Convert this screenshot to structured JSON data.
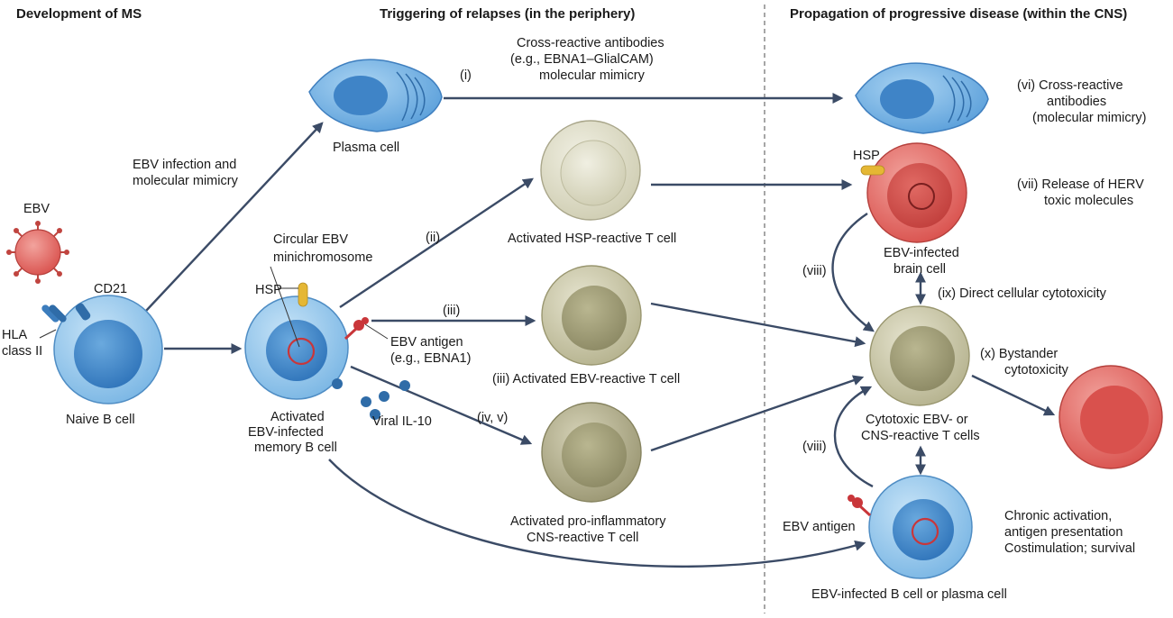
{
  "headers": {
    "development": "Development of MS",
    "triggering": "Triggering of relapses (in the periphery)",
    "propagation": "Propagation of progressive disease (within the CNS)"
  },
  "labels": {
    "ebv": "EBV",
    "cd21": "CD21",
    "hla_line1": "HLA",
    "hla_line2": "class II",
    "naive_b_cell": "Naive B cell",
    "ebv_infection_line1": "EBV infection and",
    "ebv_infection_line2": "molecular mimicry",
    "plasma_cell": "Plasma cell",
    "cross_line1": "Cross-reactive antibodies",
    "cross_line2": "(e.g., EBNA1–GlialCAM)",
    "cross_line3": "molecular mimicry",
    "step_i": "(i)",
    "step_ii": "(ii)",
    "step_iii": "(iii)",
    "step_iv_v": "(iv, v)",
    "circular_line1": "Circular EBV",
    "circular_line2": "minichromosome",
    "hsp_left": "HSP",
    "ebv_antigen_line1": "EBV antigen",
    "ebv_antigen_line2": "(e.g., EBNA1)",
    "activated_line1": "Activated",
    "activated_line2": "EBV-infected",
    "activated_line3": "memory B cell",
    "viral_il10": "Viral IL-10",
    "hsp_t_cell": "Activated HSP-reactive T cell",
    "ebv_t_cell": "(iii) Activated EBV-reactive T cell",
    "proinfl_line1": "Activated pro-inflammatory",
    "proinfl_line2": "CNS-reactive T cell",
    "vi_line1": "(vi) Cross-reactive",
    "vi_line2": "antibodies",
    "vi_line3": "(molecular mimicry)",
    "hsp_right": "HSP",
    "vii_line1": "(vii) Release of HERV",
    "vii_line2": "toxic molecules",
    "brain_line1": "EBV-infected",
    "brain_line2": "brain cell",
    "viii_top": "(viii)",
    "viii_bottom": "(viii)",
    "ix": "(ix) Direct cellular cytotoxicity",
    "x_line1": "(x)  Bystander",
    "x_line2": "cytotoxicity",
    "cytotoxic_line1": "Cytotoxic EBV- or",
    "cytotoxic_line2": "CNS-reactive T cells",
    "ebv_antigen_right": "EBV antigen",
    "chronic_line1": "Chronic activation,",
    "chronic_line2": "antigen presentation",
    "chronic_line3": "Costimulation; survival",
    "ebv_b_plasma": "EBV-infected B cell or plasma cell"
  },
  "colors": {
    "arrow": "#3b4b66",
    "b_cell": "#8fc4ea",
    "b_nucleus": "#3f84c7",
    "plasma_cell": "#6aaae0",
    "virus": "#d9514d",
    "hsp": "#e5b734",
    "brain_cell": "#e06a64",
    "t_cell_light": "#deddc6",
    "t_cell_mid": "#c8c6a4",
    "t_cell_dark": "#aaa781",
    "antigen": "#c9363a"
  }
}
